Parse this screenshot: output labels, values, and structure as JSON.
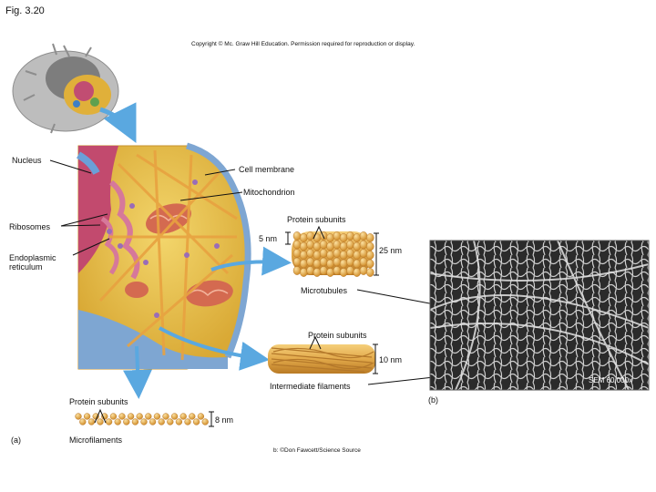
{
  "figure_label": "Fig. 3.20",
  "copyright": "Copyright © Mc. Graw Hill Education. Permission required for reproduction or display.",
  "labels": {
    "nucleus": "Nucleus",
    "cell_membrane": "Cell membrane",
    "mitochondrion": "Mitochondrion",
    "ribosomes": "Ribosomes",
    "endoplasmic_reticulum": "Endoplasmic\nreticulum",
    "protein_subunits_mt": "Protein subunits",
    "mt_width": "5 nm",
    "mt_diameter": "25 nm",
    "microtubules": "Microtubules",
    "protein_subunits_if": "Protein subunits",
    "if_diameter": "10 nm",
    "intermediate_filaments": "Intermediate filaments",
    "sem": "SEM 60,000x",
    "panel_b": "(b)",
    "protein_subunits_mf": "Protein subunits",
    "mf_diameter": "8 nm",
    "panel_a": "(a)",
    "microfilaments": "Microfilaments",
    "credit": "b: ©Don Fawcett/Science Source"
  },
  "colors": {
    "cytoplasm": "#e8c24a",
    "nucleus_pink": "#c24a6e",
    "er_pink": "#d6789a",
    "membrane_blue": "#7ea6d2",
    "filament": "#e0a640",
    "arrow_blue": "#5aa8e0",
    "micrograph_dark": "#2a2a2a"
  }
}
